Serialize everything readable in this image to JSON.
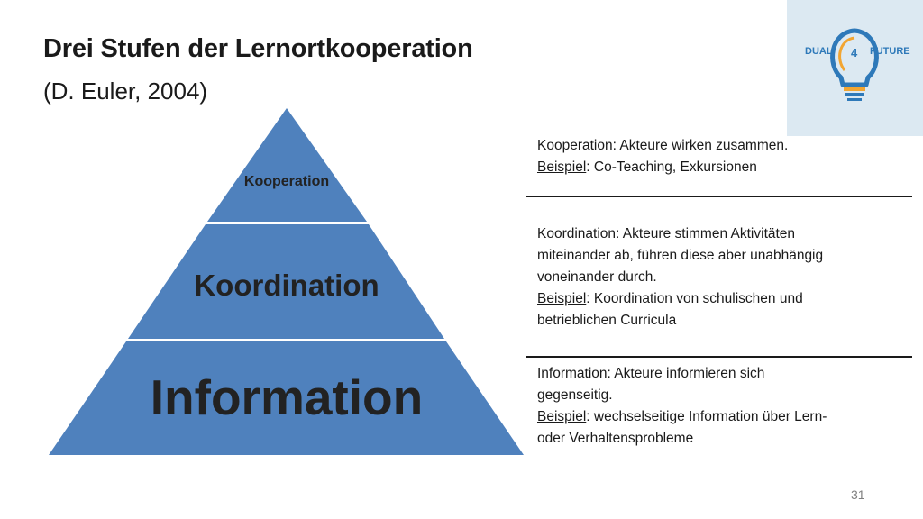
{
  "slide": {
    "title": "Drei Stufen der Lernortkooperation",
    "subtitle": "(D. Euler, 2004)",
    "page_number": "31"
  },
  "logo": {
    "left_text": "DUAL",
    "right_text": "FUTURE",
    "number": "4",
    "icon": "lightbulb-icon",
    "colors": {
      "blue": "#2e79b9",
      "orange": "#f2a531",
      "background": "#dce9f2"
    }
  },
  "pyramid": {
    "fill_color": "#4f81bd",
    "levels": [
      {
        "label": "Kooperation"
      },
      {
        "label": "Koordination"
      },
      {
        "label": "Information"
      }
    ]
  },
  "descriptions": [
    {
      "lines": [
        "Kooperation:  Akteure wirken zusammen."
      ],
      "example_label": "Beispiel",
      "example_text": ": Co-Teaching, Exkursionen"
    },
    {
      "lines": [
        "Koordination: Akteure stimmen Aktivitäten",
        "miteinander ab, führen diese aber unabhängig",
        "voneinander durch."
      ],
      "example_label": "Beispiel",
      "example_text": ": Koordination von schulischen und",
      "example_cont": "betrieblichen Curricula"
    },
    {
      "lines": [
        "Information: Akteure informieren sich",
        "gegenseitig."
      ],
      "example_label": "Beispiel",
      "example_text": ": wechselseitige Information über Lern-",
      "example_cont": "oder Verhaltensprobleme"
    }
  ]
}
